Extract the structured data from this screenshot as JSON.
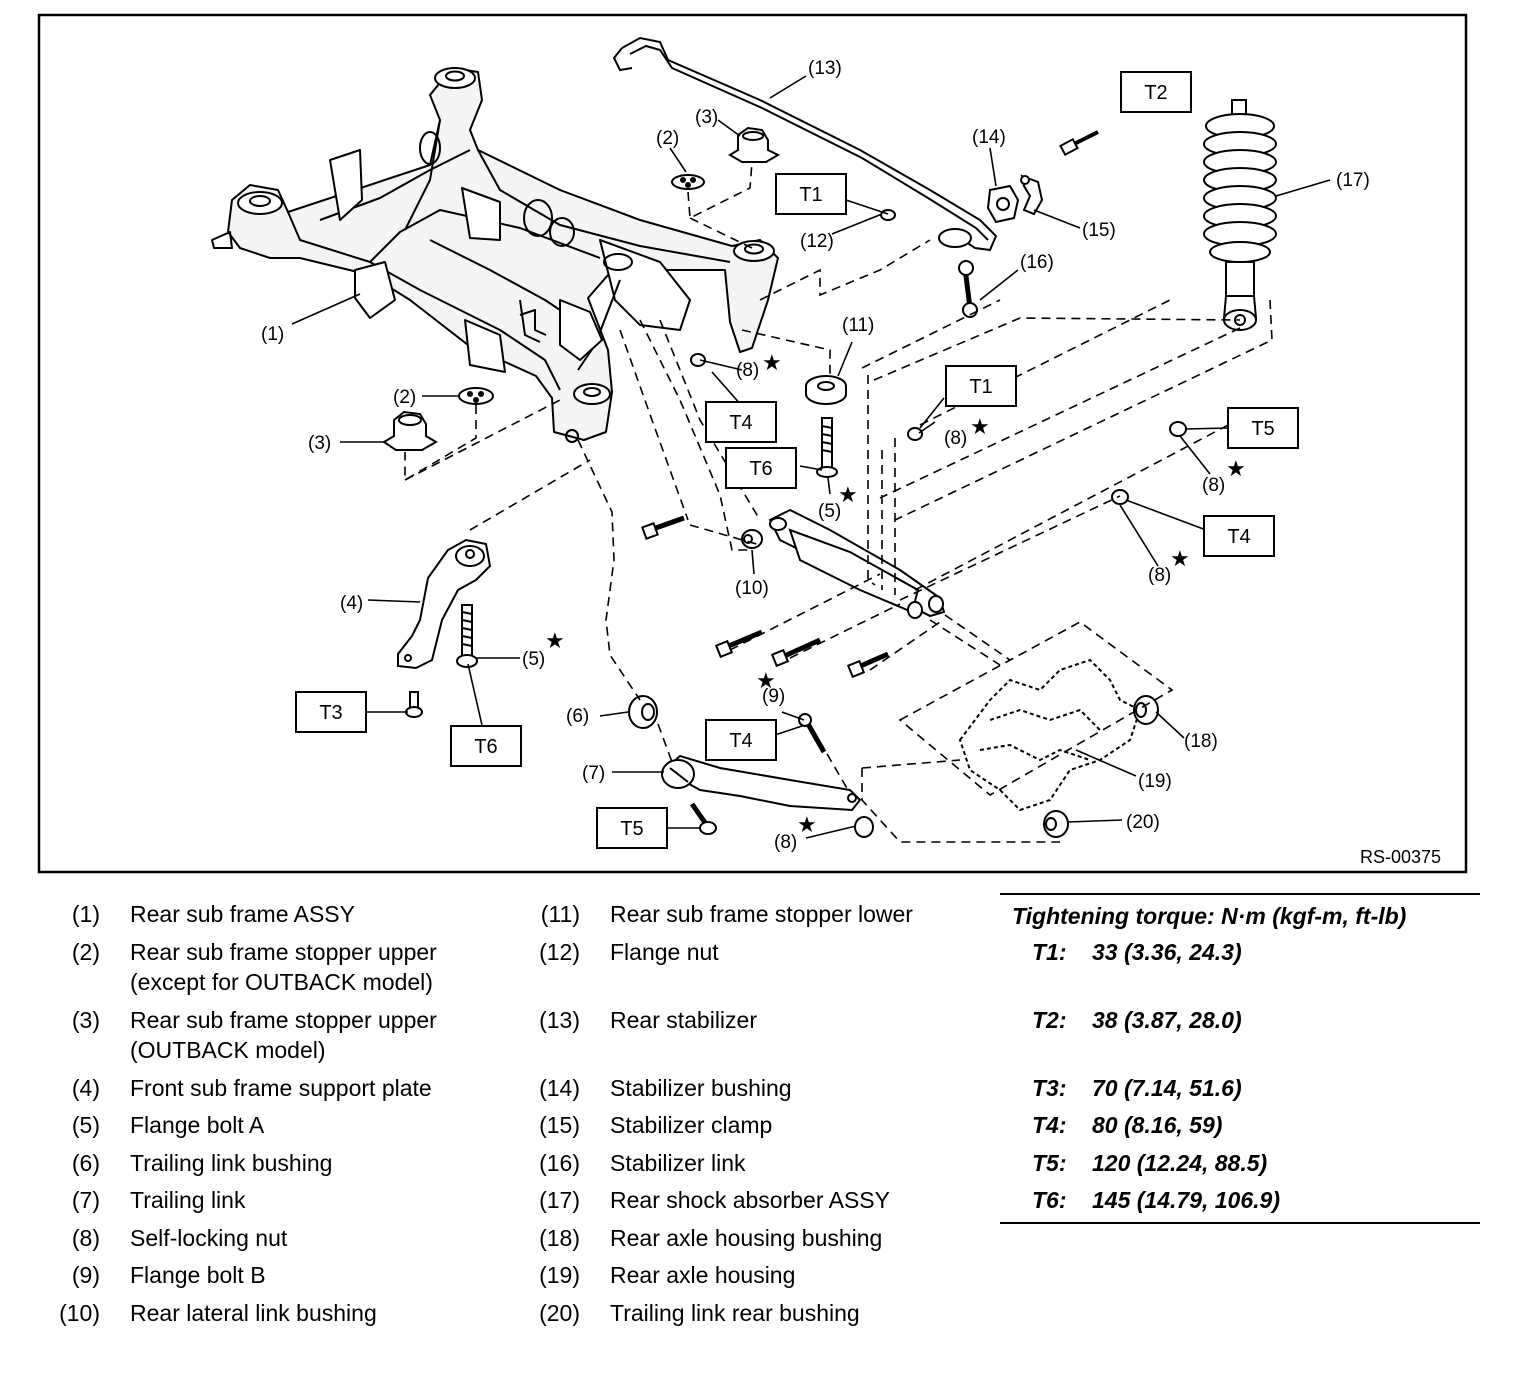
{
  "diagram": {
    "code": "RS-00375",
    "star": "★",
    "callouts": {
      "c1": "(1)",
      "c2a": "(2)",
      "c2b": "(2)",
      "c3a": "(3)",
      "c3b": "(3)",
      "c4": "(4)",
      "c5a": "(5)",
      "c5b": "(5)",
      "c6": "(6)",
      "c7": "(7)",
      "c8a": "(8)",
      "c8b": "(8)",
      "c8c": "(8)",
      "c8d": "(8)",
      "c8e": "(8)",
      "c9": "(9)",
      "c10": "(10)",
      "c11": "(11)",
      "c12": "(12)",
      "c13": "(13)",
      "c14": "(14)",
      "c15": "(15)",
      "c16": "(16)",
      "c17": "(17)",
      "c18": "(18)",
      "c19": "(19)",
      "c20": "(20)"
    },
    "torque_boxes": {
      "t1a": "T1",
      "t1b": "T1",
      "t2": "T2",
      "t3": "T3",
      "t4a": "T4",
      "t4b": "T4",
      "t4c": "T4",
      "t5a": "T5",
      "t5b": "T5",
      "t6a": "T6",
      "t6b": "T6"
    }
  },
  "legend": [
    {
      "num": "(1)",
      "name": "Rear sub frame ASSY"
    },
    {
      "num": "(2)",
      "name": "Rear sub frame stopper upper",
      "name2": "(except for OUTBACK model)"
    },
    {
      "num": "(3)",
      "name": "Rear sub frame stopper upper",
      "name2": "(OUTBACK model)"
    },
    {
      "num": "(4)",
      "name": "Front sub frame support plate"
    },
    {
      "num": "(5)",
      "name": "Flange bolt A"
    },
    {
      "num": "(6)",
      "name": "Trailing link bushing"
    },
    {
      "num": "(7)",
      "name": "Trailing link"
    },
    {
      "num": "(8)",
      "name": "Self-locking nut"
    },
    {
      "num": "(9)",
      "name": "Flange bolt B"
    },
    {
      "num": "(10)",
      "name": "Rear lateral link bushing"
    },
    {
      "num": "(11)",
      "name": "Rear sub frame stopper lower"
    },
    {
      "num": "(12)",
      "name": "Flange nut"
    },
    {
      "num": "(13)",
      "name": "Rear stabilizer"
    },
    {
      "num": "(14)",
      "name": "Stabilizer bushing"
    },
    {
      "num": "(15)",
      "name": "Stabilizer clamp"
    },
    {
      "num": "(16)",
      "name": "Stabilizer link"
    },
    {
      "num": "(17)",
      "name": "Rear shock absorber ASSY"
    },
    {
      "num": "(18)",
      "name": "Rear axle housing bushing"
    },
    {
      "num": "(19)",
      "name": "Rear axle housing"
    },
    {
      "num": "(20)",
      "name": "Trailing link rear bushing"
    }
  ],
  "torque": {
    "title": "Tightening torque: N·m (kgf-m, ft-lb)",
    "rows": [
      {
        "key": "T1:",
        "value": "33 (3.36, 24.3)"
      },
      {
        "key": "T2:",
        "value": "38 (3.87, 28.0)"
      },
      {
        "key": "T3:",
        "value": "70 (7.14, 51.6)"
      },
      {
        "key": "T4:",
        "value": "80 (8.16, 59)"
      },
      {
        "key": "T5:",
        "value": "120 (12.24, 88.5)"
      },
      {
        "key": "T6:",
        "value": "145 (14.79, 106.9)"
      }
    ]
  }
}
